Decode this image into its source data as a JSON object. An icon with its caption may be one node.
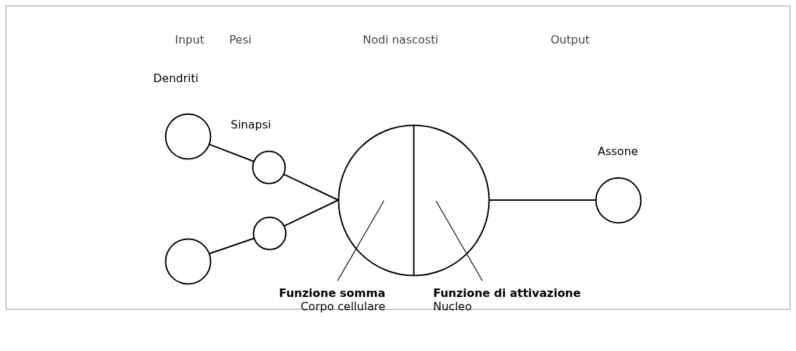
{
  "diagram": {
    "nodes": [
      {
        "text": [],
        "shape": "circle"
      },
      {
        "text": [],
        "shape": "circle"
      },
      {
        "text": [],
        "shape": "circle"
      },
      {
        "text": [],
        "shape": "circle"
      },
      {
        "text": [],
        "shape": "circle"
      },
      {
        "text": [
          "Funzione somma",
          "Corpo cellulare"
        ]
      },
      {
        "text": [
          "Funzione di attivazione",
          "Nucleo"
        ]
      },
      {
        "text": [],
        "shape": "circle"
      }
    ],
    "edges": [
      {
        "from": 0,
        "to": 2,
        "arrow": "none"
      },
      {
        "from": 2,
        "to": 4,
        "arrow": "none"
      },
      {
        "from": 1,
        "to": 3,
        "arrow": "none"
      },
      {
        "from": 3,
        "to": 4,
        "arrow": "none"
      },
      {
        "from": 4,
        "to": 7,
        "arrow": "none"
      },
      {
        "from": 5,
        "to": 4,
        "arrow": "none"
      },
      {
        "from": 6,
        "to": 4,
        "arrow": "none"
      }
    ],
    "labels": [
      "Input",
      "Pesi",
      "Nodi nascosti",
      "Output",
      "Dendriti",
      "Sinapsi",
      "Assone"
    ]
  }
}
